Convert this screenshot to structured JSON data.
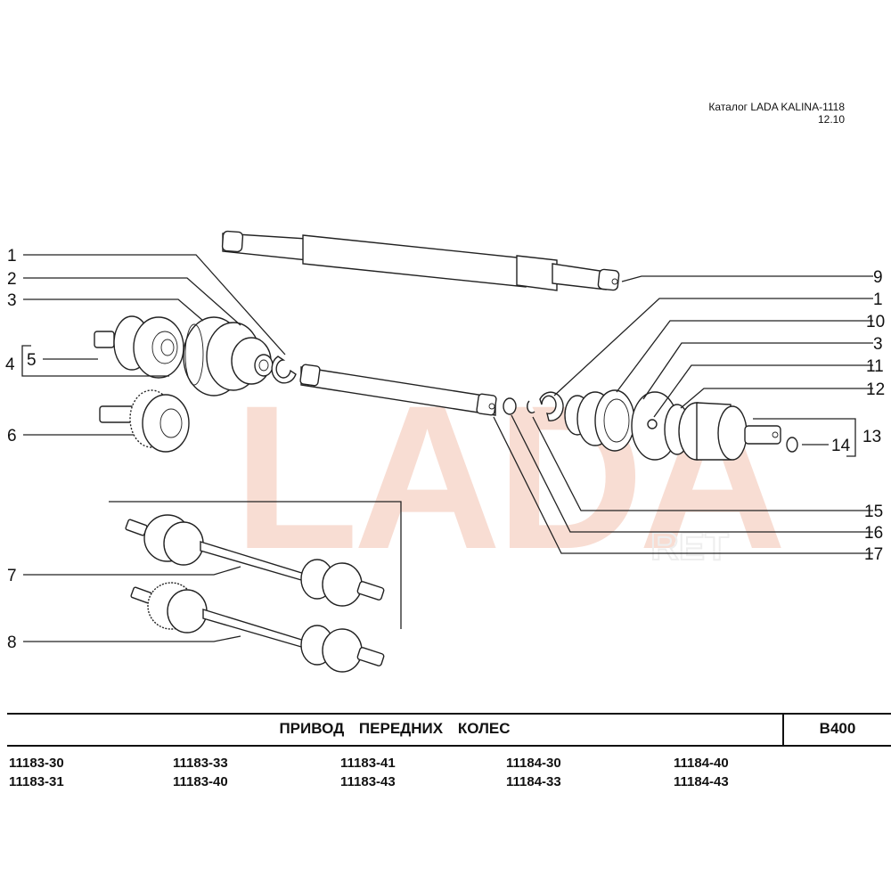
{
  "header": {
    "catalog_title": "Каталог LADA KALINA-1118",
    "catalog_page": "12.10"
  },
  "watermark": {
    "text": "LADA",
    "subtext": "RET",
    "color": "#f7d9cf"
  },
  "callouts": {
    "left": [
      "1",
      "2",
      "3",
      "4",
      "5",
      "6",
      "7",
      "8"
    ],
    "right": [
      "9",
      "1",
      "10",
      "3",
      "11",
      "12",
      "13",
      "14",
      "15",
      "16",
      "17"
    ]
  },
  "title_block": {
    "title": "ПРИВОД ПЕРЕДНИХ КОЛЕС",
    "code": "B400"
  },
  "models": [
    [
      "11183-30",
      "11183-31"
    ],
    [
      "11183-33",
      "11183-40"
    ],
    [
      "11183-41",
      "11183-43"
    ],
    [
      "11184-30",
      "11184-33"
    ],
    [
      "11184-40",
      "11184-43"
    ]
  ]
}
